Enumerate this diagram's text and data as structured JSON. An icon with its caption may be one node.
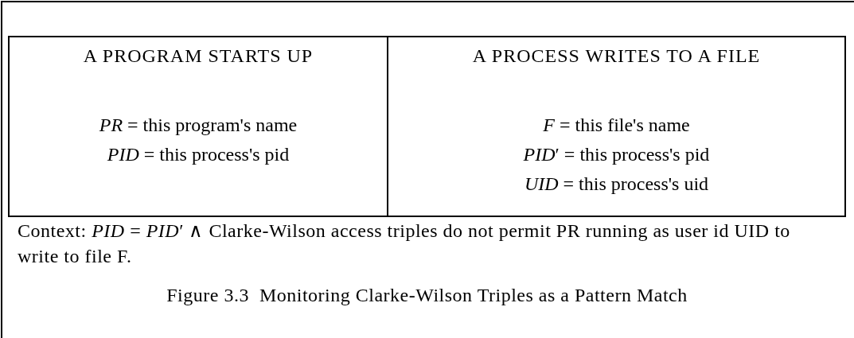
{
  "diagram": {
    "caption": "Figure 3.3  Monitoring Clarke-Wilson Triples as a Pattern Match",
    "nodes": [
      {
        "text": [
          "A PROGRAM STARTS UP",
          "*PR* = this program's name",
          "*PID* = this process's pid"
        ]
      },
      {
        "text": [
          "A PROCESS WRITES TO A FILE",
          "*F* = this file's name",
          "*PID*′ = this process's pid",
          "*UID* = this process's uid"
        ]
      }
    ],
    "edges": [],
    "labels": [
      "Context: *PID* = *PID*′ ∧  Clarke-Wilson access triples do not permit PR running as user id UID to write to file F."
    ]
  }
}
